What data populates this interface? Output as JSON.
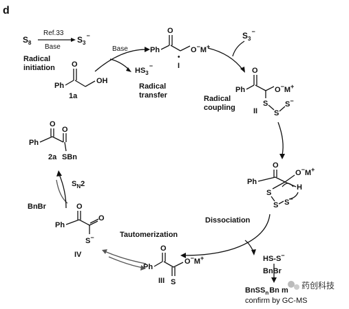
{
  "panel_label": "d",
  "initiation": {
    "s8": "S",
    "s8_sub": "8",
    "ref": "Ref.33",
    "base": "Base",
    "s3": "S",
    "s3_sub": "3",
    "s3_charge": "−",
    "label_line1": "Radical",
    "label_line2": "initiation"
  },
  "compound_1a": {
    "ph": "Ph",
    "o": "O",
    "oh": "OH",
    "label": "1a"
  },
  "transfer": {
    "base": "Base",
    "hs3": "HS",
    "hs3_sub": "3",
    "hs3_charge": "−",
    "label_line1": "Radical",
    "label_line2": "transfer"
  },
  "intermediate_I": {
    "ph": "Ph",
    "o": "O",
    "om": "O",
    "om_charge": "−",
    "om_metal": "M",
    "om_metal_charge": "+",
    "radical_dot": "•",
    "label": "I"
  },
  "coupling": {
    "s3": "S",
    "s3_sub": "3",
    "s3_charge": "−",
    "label_line1": "Radical",
    "label_line2": "coupling"
  },
  "intermediate_II": {
    "ph": "Ph",
    "o": "O",
    "om": "O",
    "om_charge": "−",
    "om_metal": "M",
    "om_metal_charge": "+",
    "s1": "S",
    "s2": "S",
    "s3": "S",
    "s3_charge": "−",
    "label": "II"
  },
  "dissociation_species": {
    "ph": "Ph",
    "o": "O",
    "om": "O",
    "om_charge": "−",
    "om_metal": "M",
    "om_metal_charge": "+",
    "h": "H",
    "s1": "S",
    "s2": "S",
    "s3": "S",
    "s3_charge": "−"
  },
  "dissociation": {
    "label": "Dissociation",
    "hs": "HS-S",
    "hs_charge": "−",
    "bnbr": "BnBr"
  },
  "byproduct": {
    "line1_a": "BnSS",
    "line1_sub": "n",
    "line1_b": "Bn m",
    "line2": "confirm by GC-MS"
  },
  "intermediate_III": {
    "ph": "Ph",
    "o": "O",
    "om": "O",
    "om_charge": "−",
    "om_metal": "M",
    "om_metal_charge": "+",
    "s": "S",
    "label": "III"
  },
  "tautomerization": {
    "label": "Tautomerization"
  },
  "intermediate_IV": {
    "ph": "Ph",
    "o1": "O",
    "o2": "O",
    "s": "S",
    "s_charge": "−",
    "label": "IV"
  },
  "alkylation": {
    "bnbr": "BnBr",
    "sn2": "S",
    "sn2_sub": "N",
    "sn2_b": "2"
  },
  "product_2a": {
    "ph": "Ph",
    "o1": "O",
    "o2": "O",
    "sbn": "SBn",
    "label": "2a"
  },
  "watermark": {
    "text": "药创科技"
  }
}
